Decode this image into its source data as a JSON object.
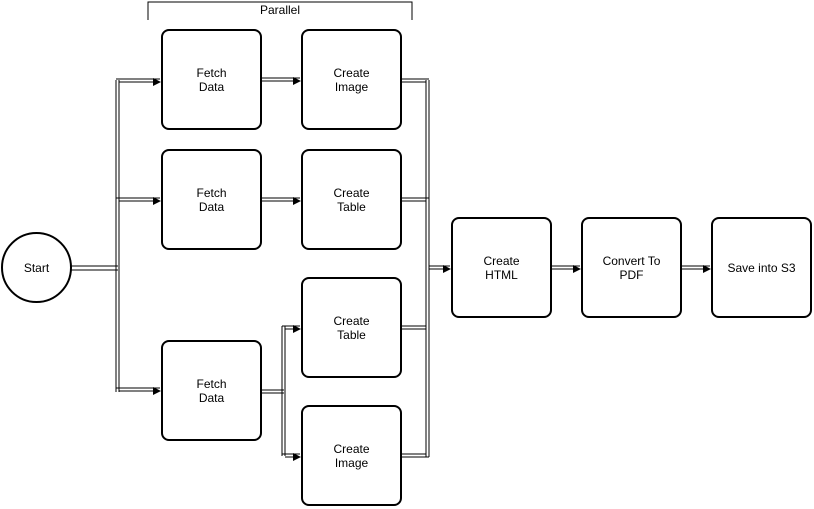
{
  "parallel_label": "Parallel",
  "start": "Start",
  "lane1": {
    "fetch": "Fetch\nData",
    "create": "Create\nImage"
  },
  "lane2": {
    "fetch": "Fetch\nData",
    "create": "Create\nTable"
  },
  "lane3": {
    "fetch": "Fetch\nData",
    "create_table": "Create\nTable",
    "create_image": "Create\nImage"
  },
  "create_html": "Create\nHTML",
  "convert_pdf": "Convert To\nPDF",
  "save_s3": "Save into S3",
  "colors": {
    "stroke": "#000000",
    "fill": "#ffffff"
  }
}
